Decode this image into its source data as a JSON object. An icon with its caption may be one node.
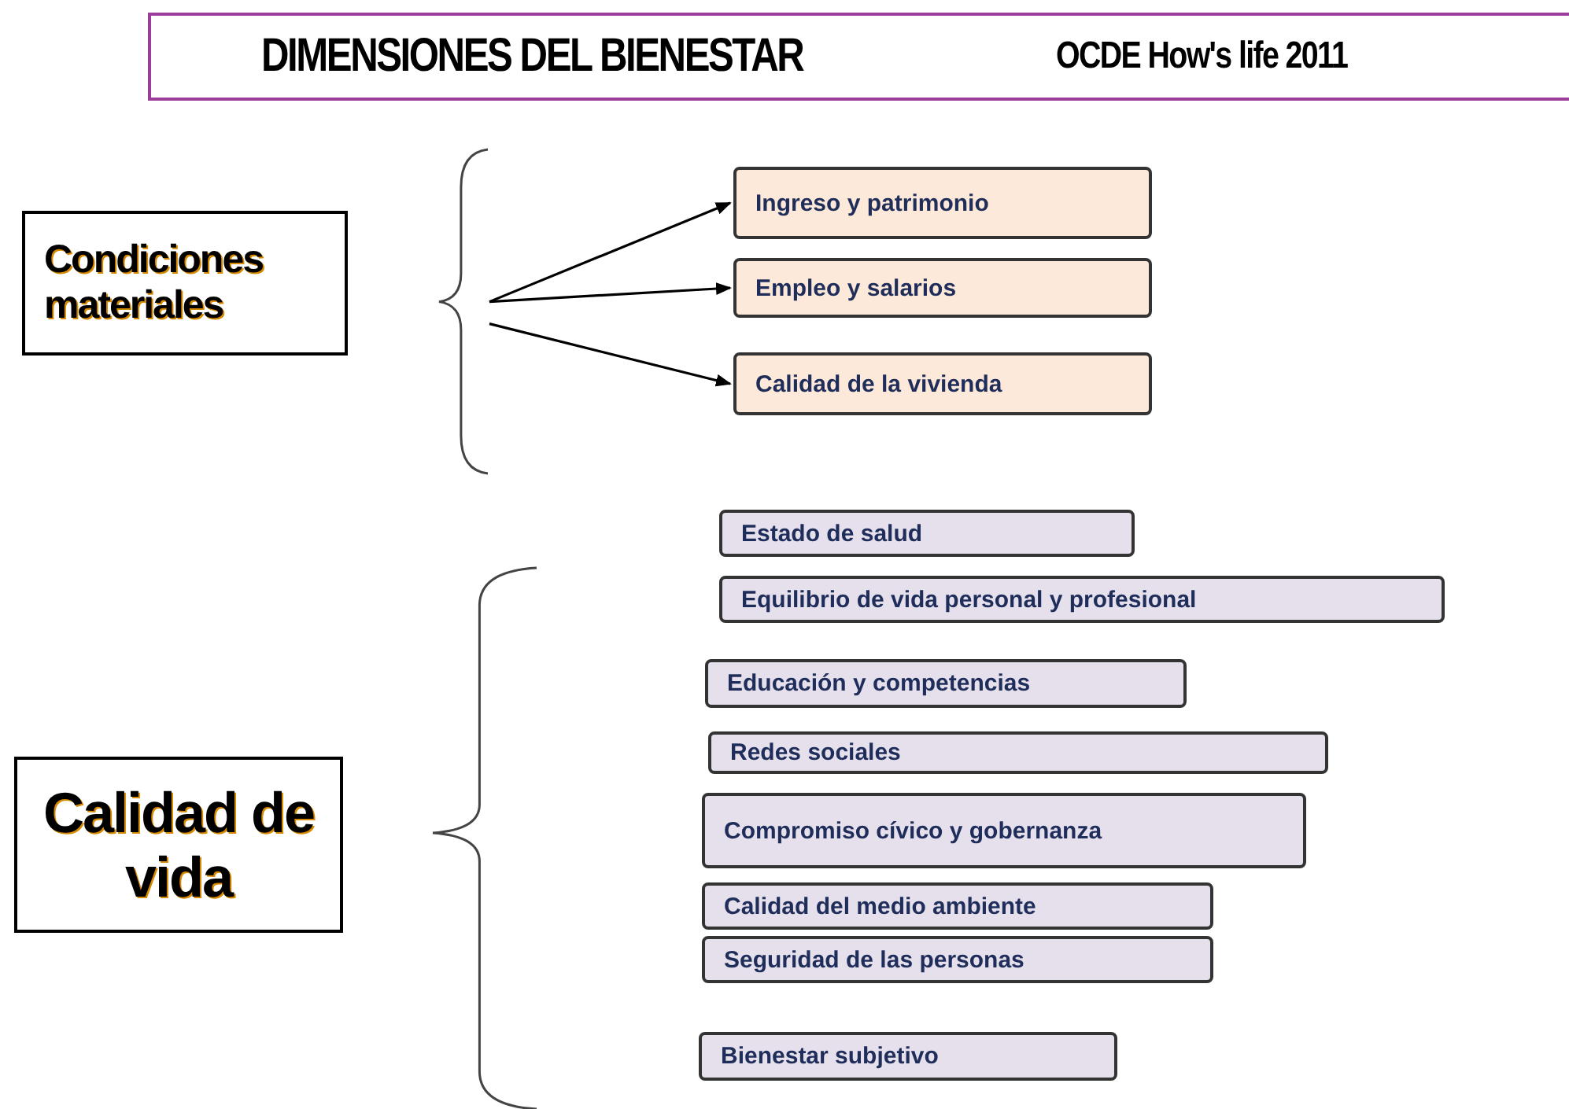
{
  "diagram": {
    "title": "DIMENSIONES DEL BIENESTAR",
    "nodes": [
      {
        "text": [
          "Condiciones materiales"
        ]
      },
      {
        "text": [],
        "shape": "brace"
      },
      {
        "text": [
          "Ingreso y patrimonio"
        ]
      },
      {
        "text": [
          "Empleo y salarios"
        ]
      },
      {
        "text": [
          "Calidad de la vivienda"
        ]
      },
      {
        "text": [
          "Calidad de vida"
        ]
      },
      {
        "text": [],
        "shape": "brace"
      },
      {
        "text": [
          "Estado de salud"
        ]
      },
      {
        "text": [
          "Equilibrio de vida personal y profesional"
        ]
      },
      {
        "text": [
          "Educación y competencias"
        ]
      },
      {
        "text": [
          "Redes sociales"
        ]
      },
      {
        "text": [
          "Compromiso cívico y gobernanza"
        ]
      },
      {
        "text": [
          "Calidad del medio ambiente"
        ]
      },
      {
        "text": [
          "Seguridad de las personas"
        ]
      },
      {
        "text": [
          "Bienestar subjetivo"
        ]
      }
    ],
    "edges": [
      {
        "from": 1,
        "to": 2,
        "arrow": "to"
      },
      {
        "from": 1,
        "to": 3,
        "arrow": "to"
      },
      {
        "from": 1,
        "to": 4,
        "arrow": "to"
      }
    ],
    "labels": [
      "OCDE How's life 2011"
    ]
  }
}
